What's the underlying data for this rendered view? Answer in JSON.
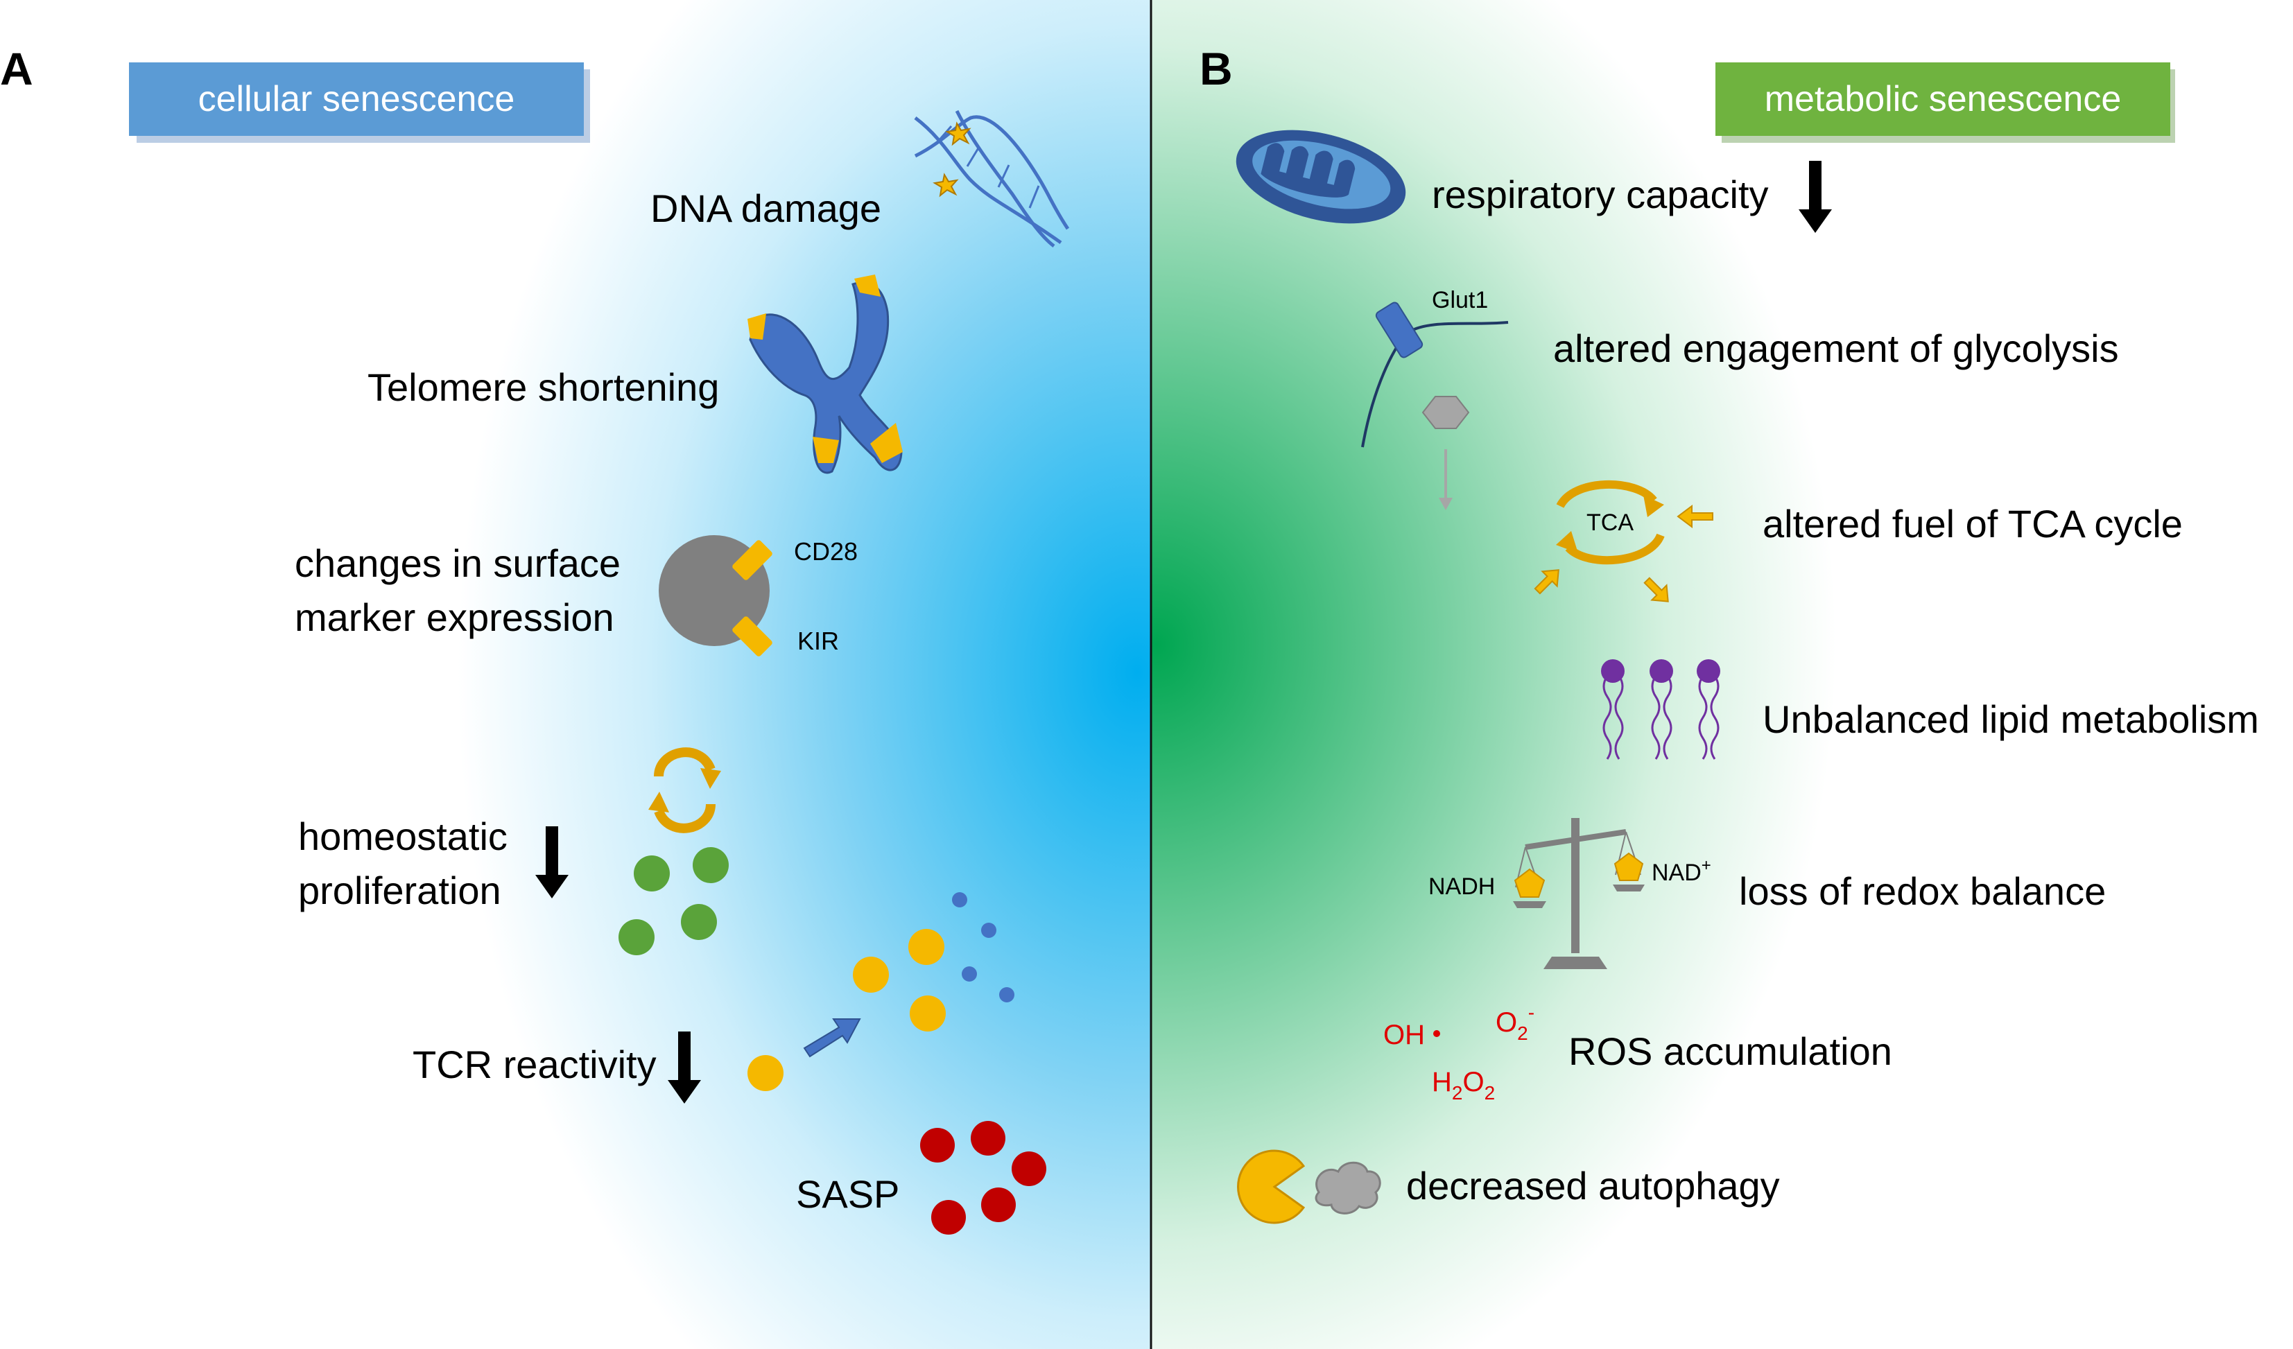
{
  "panel_a": {
    "letter": "A",
    "header": "cellular senescence",
    "header_color": "#5b9bd5",
    "items": {
      "dna_damage": "DNA damage",
      "telomere": "Telomere shortening",
      "surface_line1": "changes in surface",
      "surface_line2": "marker expression",
      "cd28": "CD28",
      "kir": "KIR",
      "homeo_line1": "homeostatic",
      "homeo_line2": "proliferation",
      "tcr": "TCR reactivity",
      "sasp": "SASP"
    }
  },
  "panel_b": {
    "letter": "B",
    "header": "metabolic senescence",
    "header_color": "#6fb33f",
    "items": {
      "respiratory": "respiratory capacity",
      "glut1": "Glut1",
      "glycolysis": "altered engagement of glycolysis",
      "tca": "TCA",
      "tca_fuel": "altered fuel of TCA cycle",
      "lipid": "Unbalanced lipid metabolism",
      "nadh": "NADH",
      "nad": "NAD",
      "nad_sup": "+",
      "redox": "loss of redox balance",
      "oh": "OH",
      "o2": "O",
      "o2_sub": "2",
      "o2_sup": "-",
      "h2o2_h": "H",
      "h2o2_sub1": "2",
      "h2o2_o": "O",
      "h2o2_sub2": "2",
      "ros": "ROS accumulation",
      "autophagy": "decreased autophagy"
    }
  },
  "colors": {
    "blue_glow": "#00aeef",
    "green_glow": "#00a651",
    "gold": "#f5b800",
    "dna_blue": "#4472c4",
    "green_cell": "#5aa33a",
    "red_cell": "#c00000",
    "ros_red": "#e00000",
    "lipid_purple": "#7030a0"
  }
}
